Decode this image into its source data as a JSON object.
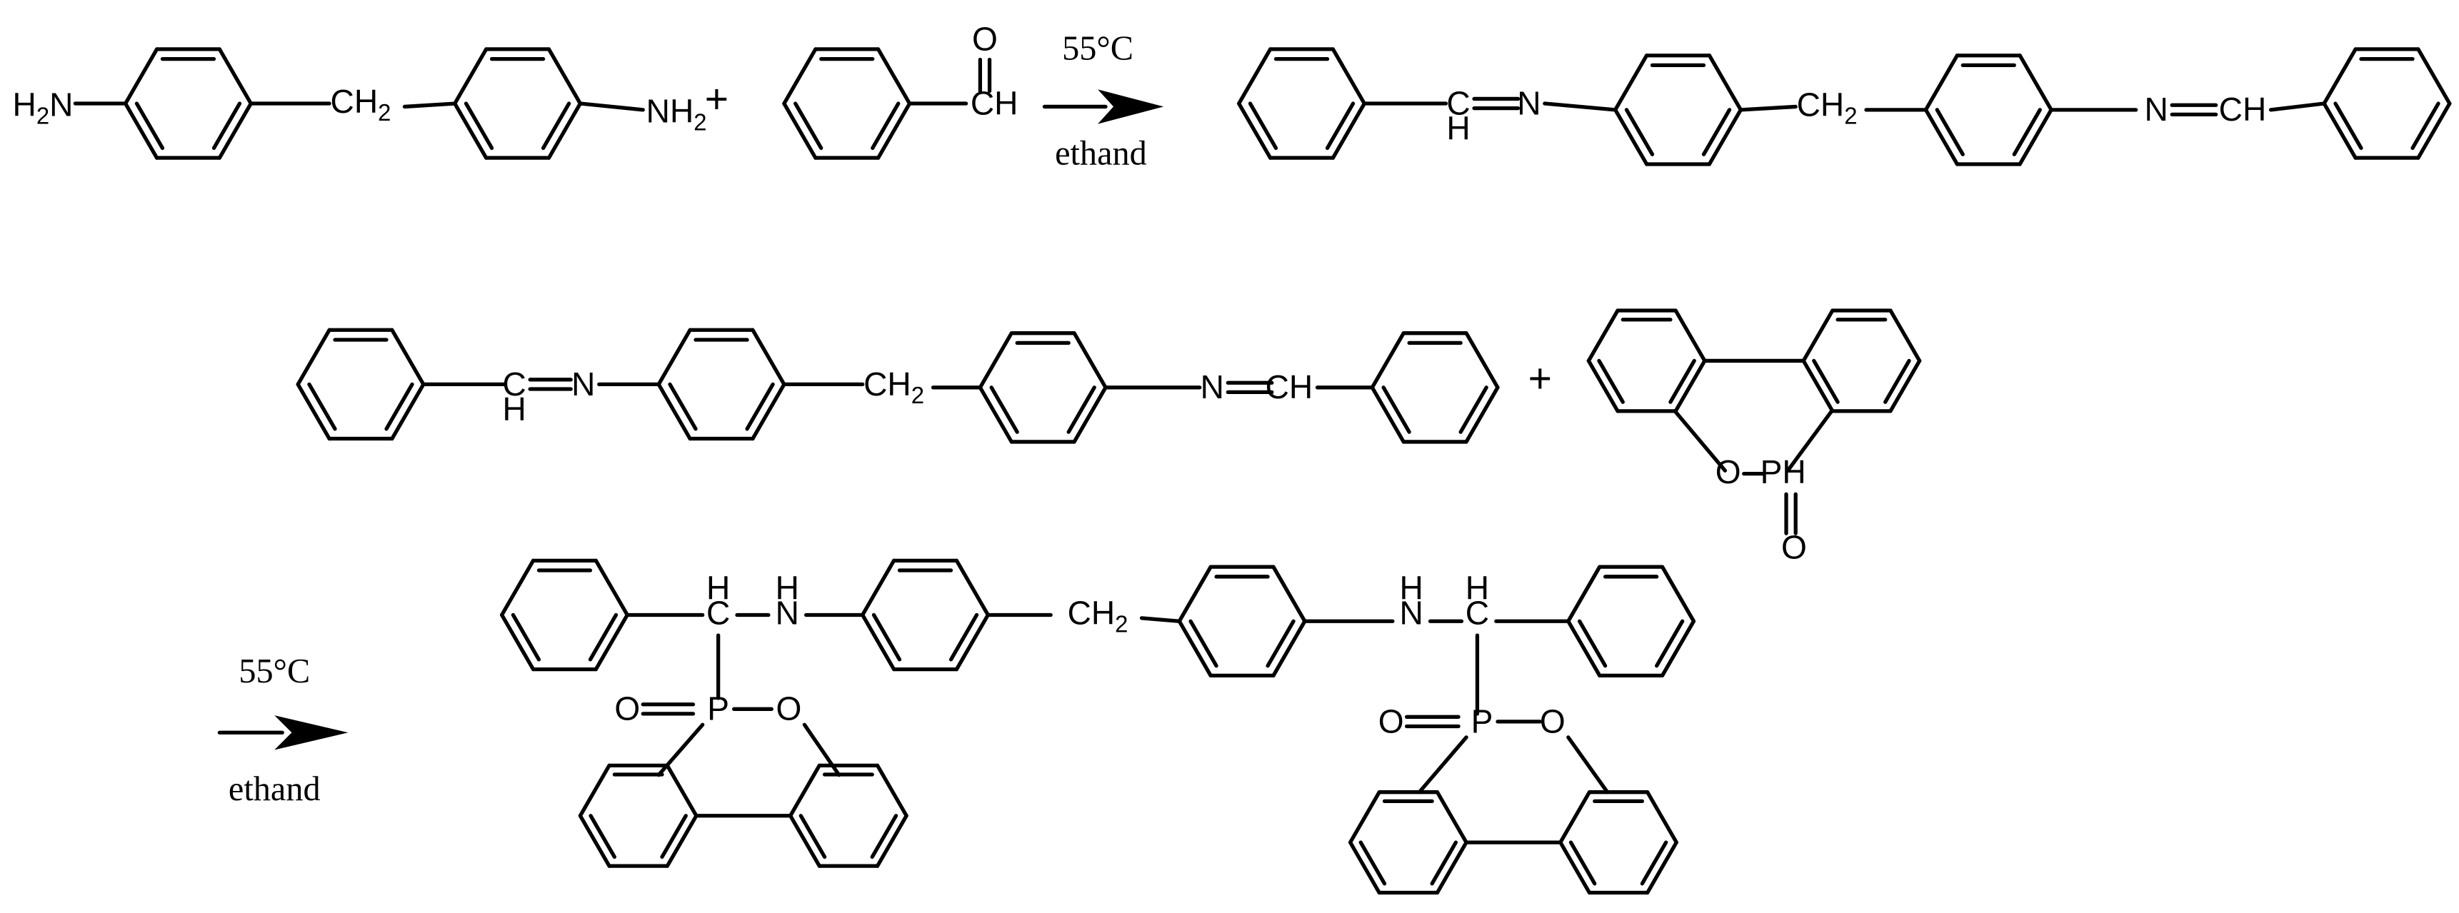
{
  "scheme": {
    "step1": {
      "reactant_amine": {
        "left_group": {
          "main": "H",
          "sub": "2",
          "tail": "N"
        },
        "linker": {
          "main": "CH",
          "sub": "2"
        },
        "right_group": {
          "main": "NH",
          "sub": "2"
        }
      },
      "plus": "+",
      "reactant_aldehyde": {
        "oxygen": "O",
        "carbon": "CH"
      },
      "conditions": {
        "temperature": "55°C",
        "solvent": "ethand"
      },
      "product": {
        "left_imine": {
          "carbon": "C",
          "hydrogen": "H",
          "nitrogen": "N"
        },
        "linker": {
          "main": "CH",
          "sub": "2"
        },
        "right_imine": {
          "nitrogen": "N",
          "carbon": "CH"
        }
      }
    },
    "step2": {
      "reactant_imine": {
        "left_imine": {
          "carbon": "C",
          "hydrogen": "H",
          "nitrogen": "N"
        },
        "linker": {
          "main": "CH",
          "sub": "2"
        },
        "right_imine": {
          "nitrogen": "N",
          "carbon": "CH"
        }
      },
      "plus": "+",
      "reactant_dopo": {
        "oxygen_ring": "O",
        "phosphorus": "PH",
        "oxygen_double": "O"
      },
      "conditions": {
        "temperature": "55°C",
        "solvent": "ethand"
      },
      "product": {
        "left": {
          "ch_h": "H",
          "ch_c": "C",
          "nh_h": "H",
          "nh_n": "N",
          "p_oxo": "O",
          "p": "P",
          "ring_o": "O"
        },
        "linker": {
          "main": "CH",
          "sub": "2"
        },
        "right": {
          "nh_h": "H",
          "nh_n": "N",
          "ch_h": "H",
          "ch_c": "C",
          "p_oxo": "O",
          "p": "P",
          "ring_o": "O"
        }
      }
    }
  }
}
